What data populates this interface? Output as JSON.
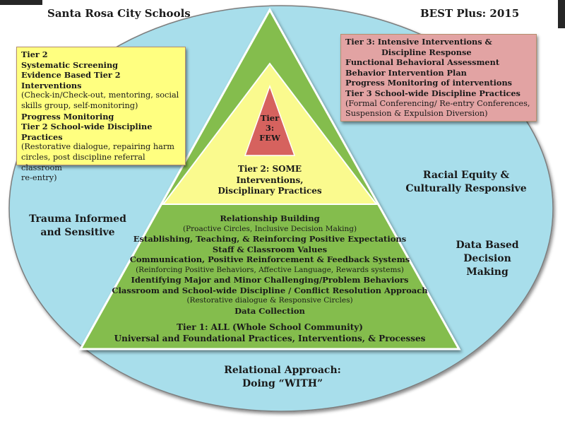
{
  "header": {
    "left_title": "Santa Rosa City Schools",
    "right_title": "BEST Plus: 2015"
  },
  "tier2_box": {
    "lines": [
      {
        "text": "Tier 2",
        "style": "b"
      },
      {
        "text": "Systematic Screening",
        "style": "b"
      },
      {
        "text": "Evidence Based Tier 2 Interventions",
        "style": "b"
      },
      {
        "text": "(Check-in/Check-out, mentoring, social",
        "style": "n"
      },
      {
        "text": "skills group, self-monitoring)",
        "style": "n"
      },
      {
        "text": "Progress Monitoring",
        "style": "b"
      },
      {
        "text": "Tier 2 School-wide Discipline",
        "style": "b"
      },
      {
        "text": "Practices",
        "style": "b"
      },
      {
        "text": "(Restorative dialogue, repairing harm",
        "style": "n"
      },
      {
        "text": "circles, post discipline referral classroom",
        "style": "n"
      },
      {
        "text": "re-entry)",
        "style": "n"
      }
    ],
    "color": "#ffff80"
  },
  "tier3_box": {
    "lines": [
      {
        "text": "Tier 3:  Intensive Interventions &",
        "style": "b"
      },
      {
        "text": "Discipline Response",
        "style": "b ind"
      },
      {
        "text": "Functional Behavioral Assessment",
        "style": "b"
      },
      {
        "text": "Behavior Intervention Plan",
        "style": "b"
      },
      {
        "text": "Progress Monitoring of interventions",
        "style": "b"
      },
      {
        "text": "Tier 3 School-wide Discipline Practices",
        "style": "b"
      },
      {
        "text": "(Formal Conferencing/ Re-entry Conferences,",
        "style": "n"
      },
      {
        "text": "Suspension & Expulsion Diversion)",
        "style": "n"
      }
    ],
    "color": "#e2a3a3"
  },
  "oval": {
    "left_label": [
      "Trauma Informed",
      "and Sensitive"
    ],
    "right_top_label": [
      "Racial Equity &",
      "Culturally Responsive"
    ],
    "right_bottom_label": [
      "Data Based",
      "Decision",
      "Making"
    ],
    "bottom_label": [
      "Relational Approach:",
      "Doing “WITH”"
    ],
    "color": "#a8deeb"
  },
  "pyramid": {
    "tier3": {
      "lines": [
        "Tier",
        "3:",
        "FEW"
      ],
      "color": "#d6625e"
    },
    "tier2": {
      "lines": [
        "Tier 2: SOME",
        "Interventions,",
        "Disciplinary Practices"
      ],
      "color": "#fafa8e"
    },
    "tier1": {
      "color": "#84bd4d",
      "practices": [
        {
          "text": "Relationship Building",
          "style": "b"
        },
        {
          "text": "(Proactive Circles, Inclusive Decision Making)",
          "style": "n"
        },
        {
          "text": "Establishing, Teaching, & Reinforcing Positive Expectations",
          "style": "b"
        },
        {
          "text": "Staff & Classroom Values",
          "style": "b"
        },
        {
          "text": "Communication, Positive Reinforcement & Feedback Systems",
          "style": "b"
        },
        {
          "text": "(Reinforcing Positive Behaviors, Affective Language, Rewards systems)",
          "style": "n"
        },
        {
          "text": "Identifying Major and Minor Challenging/Problem Behaviors",
          "style": "b"
        },
        {
          "text": "Classroom and School-wide Discipline / Conflict Resolution Approach",
          "style": "b"
        },
        {
          "text": "(Restorative dialogue & Responsive Circles)",
          "style": "n"
        },
        {
          "text": "Data Collection",
          "style": "b"
        }
      ],
      "title_lines": [
        "Tier 1: ALL (Whole School Community)",
        "Universal and Foundational Practices, Interventions, & Processes"
      ]
    }
  }
}
